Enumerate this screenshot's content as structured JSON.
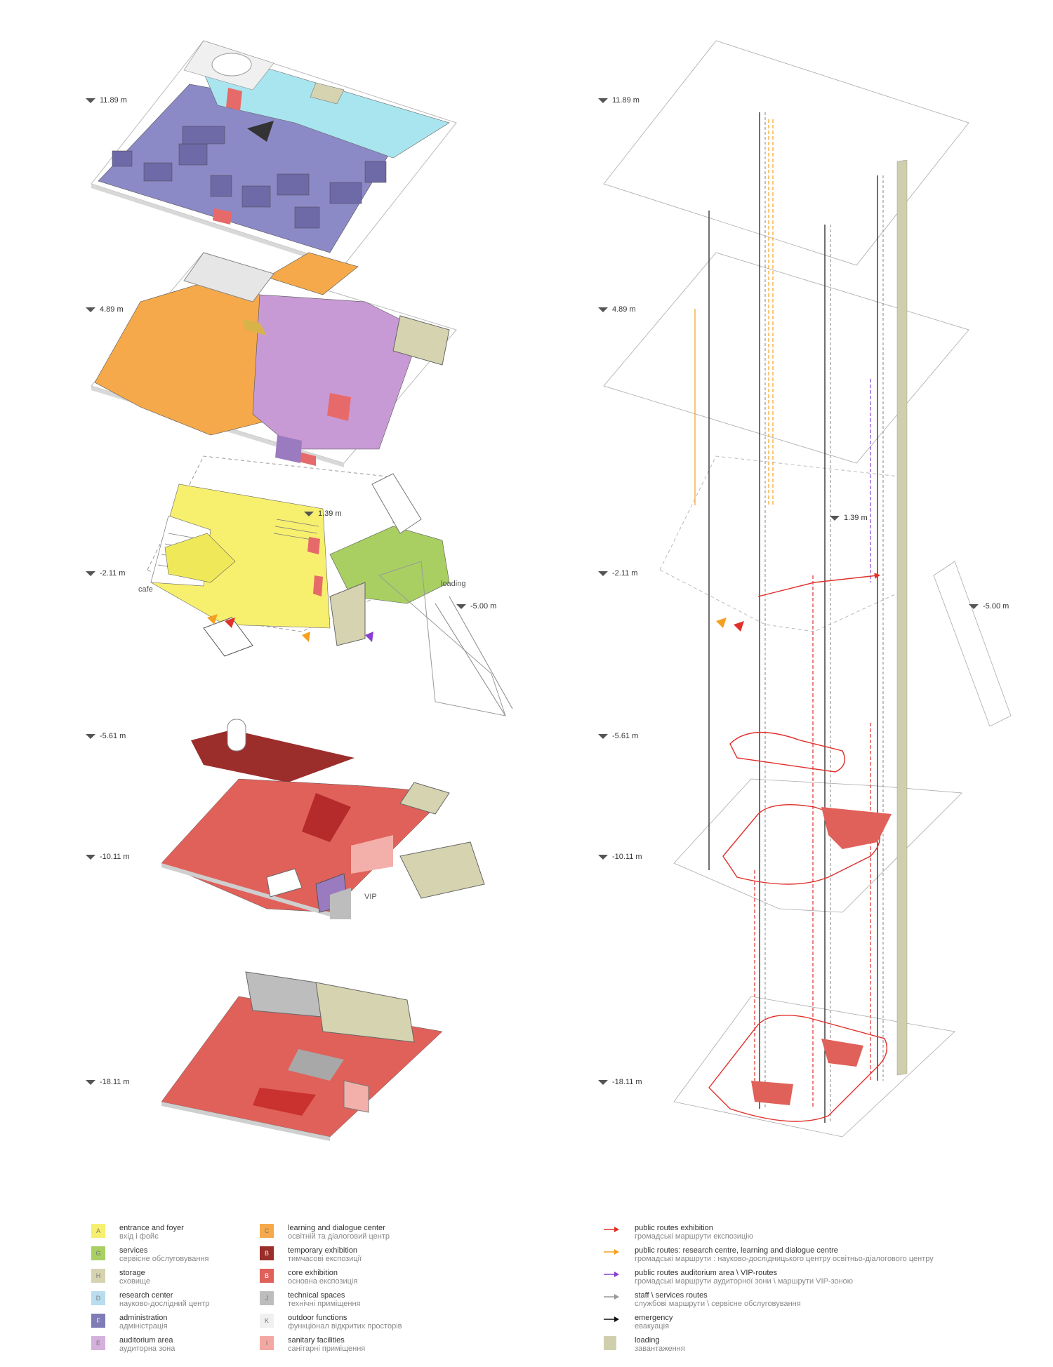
{
  "levels_left": [
    "11.89 m",
    "4.89 m",
    "-2.11 m",
    "-5.61 m",
    "-10.11 m",
    "-18.11 m"
  ],
  "levels_right": [
    "11.89 m",
    "4.89 m",
    "-2.11 m",
    "-5.61 m",
    "-10.11 m",
    "-18.11 m"
  ],
  "extra_levels": {
    "mid": "1.39 m",
    "side": "-5.00 m"
  },
  "labels": {
    "cafe": "cafe",
    "loading": "loading",
    "vip": "VIP"
  },
  "legend_zones": [
    {
      "code": "A",
      "en": "entrance and foyer",
      "ua": "вхід і фойє",
      "color": "#f7ef6e"
    },
    {
      "code": "G",
      "en": "services",
      "ua": "сервісне обслуговування",
      "color": "#a9cf62"
    },
    {
      "code": "H",
      "en": "storage",
      "ua": "сховище",
      "color": "#d6d3b0"
    },
    {
      "code": "D",
      "en": "research center",
      "ua": "науково-дослідний центр",
      "color": "#b9dcef"
    },
    {
      "code": "F",
      "en": "administration",
      "ua": "адміністрація",
      "color": "#7f7cb8"
    },
    {
      "code": "E",
      "en": "auditorium area",
      "ua": "аудиторна зона",
      "color": "#d4b0dc"
    },
    {
      "code": "C",
      "en": "learning and dialogue center",
      "ua": "освітній та діалоговий центр",
      "color": "#f5a94a"
    },
    {
      "code": "B",
      "en": "temporary exhibition",
      "ua": "тимчасові експозиції",
      "color": "#9b2d2a"
    },
    {
      "code": "B",
      "en": "core exhibition",
      "ua": "основна експозиція",
      "color": "#e0615a"
    },
    {
      "code": "J",
      "en": "technical spaces",
      "ua": "технічні приміщення",
      "color": "#bdbdbd"
    },
    {
      "code": "K",
      "en": "outdoor functions",
      "ua": "функціонал відкритих просторів",
      "color": "#f0f0f0"
    },
    {
      "code": "I",
      "en": "sanitary facilities",
      "ua": "санітарні приміщення",
      "color": "#f3a8a3"
    }
  ],
  "legend_routes": [
    {
      "en": "public routes exhibition",
      "ua": "громадські маршрути експозицію",
      "color": "#e0302a",
      "kind": "arrow"
    },
    {
      "en": "public routes: research centre, learning and dialogue centre",
      "ua": "громадські маршрути : науково-дослідницького центру освітньо-діалогового центру",
      "color": "#f5a020",
      "kind": "arrow"
    },
    {
      "en": "public routes auditorium area \\ VIP-routes",
      "ua": "громадські маршрути аудиторної зони \\ маршрути VIP-зоною",
      "color": "#8a3fd0",
      "kind": "arrow"
    },
    {
      "en": "staff \\ services routes",
      "ua": "службові маршрути \\ сервісне обслуговування",
      "color": "#999999",
      "kind": "arrow"
    },
    {
      "en": "emergency",
      "ua": "евакуація",
      "color": "#111111",
      "kind": "arrow"
    },
    {
      "en": "loading",
      "ua": "завантаження",
      "color": "#cfcfae",
      "kind": "square"
    }
  ]
}
